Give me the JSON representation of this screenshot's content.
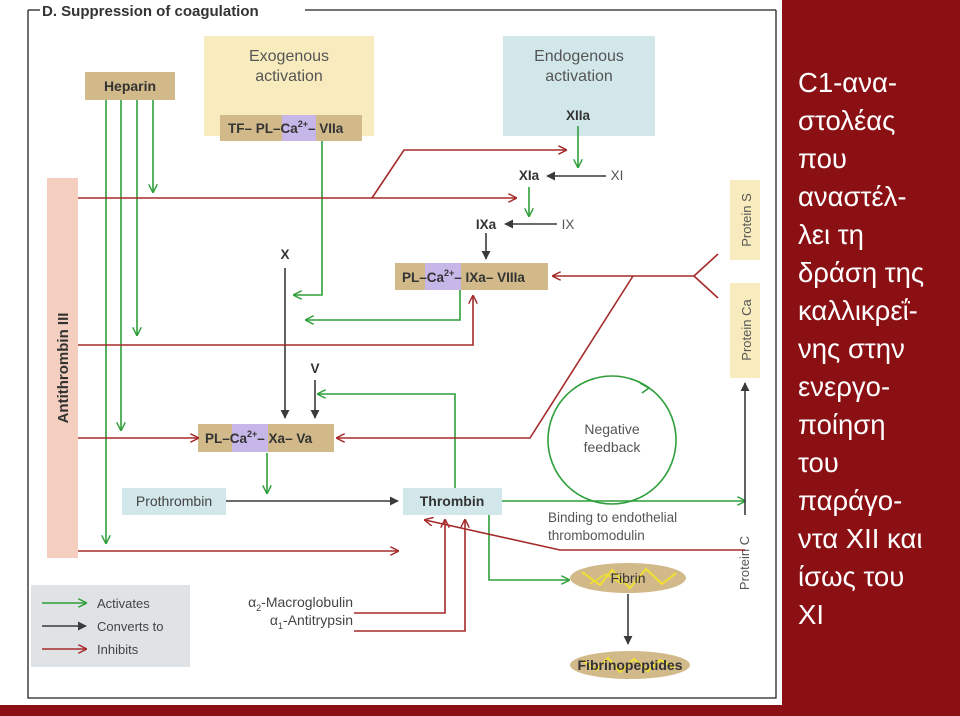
{
  "diagram": {
    "title": "D.  Suppression of coagulation",
    "heparin": "Heparin",
    "antithrombin": "Antithrombin III",
    "exogenous": [
      "Exogenous",
      "activation"
    ],
    "endogenous": [
      "Endogenous",
      "activation"
    ],
    "tf_complex": {
      "pre": "TF– PL–",
      "ca": "Ca",
      "sup": "2+",
      "post": "– VIIa"
    },
    "xiia": "XIIa",
    "xia": "XIa",
    "xi": "XI",
    "ixa": "IXa",
    "ix": "IX",
    "tenase": {
      "pre": "PL–",
      "ca": "Ca",
      "sup": "2+",
      "post": "– IXa– VIIIa"
    },
    "x": "X",
    "v": "V",
    "prothrombinase": {
      "pre": "PL–",
      "ca": "Ca",
      "sup": "2+",
      "post": "– Xa– Va"
    },
    "prothrombin": "Prothrombin",
    "thrombin": "Thrombin",
    "negative_feedback": [
      "Negative",
      "feedback"
    ],
    "binding": [
      "Binding to endothelial",
      "thrombomodulin"
    ],
    "protein_s": "Protein S",
    "protein_ca": "Protein Ca",
    "protein_c": "Protein C",
    "fibrin": "Fibrin",
    "fibrinopeptides": "Fibrinopeptides",
    "macroglobulin": {
      "alpha": "α",
      "sub": "2",
      "text": "-Macroglobulin"
    },
    "antitrypsin": {
      "alpha": "α",
      "sub": "1",
      "text": "-Antitrypsin"
    },
    "legend": {
      "activates": "Activates",
      "converts": "Converts to",
      "inhibits": "Inhibits"
    }
  },
  "side_text": [
    "C1-ανα-",
    "στολέας",
    "που",
    "αναστέλ-",
    "λει τη",
    "δράση της",
    "καλλικρεΐ-",
    "νης στην",
    "ενεργο-",
    "ποίηση",
    "του",
    "παράγο-",
    "ντα XII και",
    "ίσως του",
    "XI"
  ],
  "colors": {
    "green": "#2f9e3a",
    "dark": "#3a3a3a",
    "red": "#a52a2a",
    "tan": "#d2b98a",
    "lilac": "#c7b6e8",
    "slide_red": "#8b1014"
  }
}
